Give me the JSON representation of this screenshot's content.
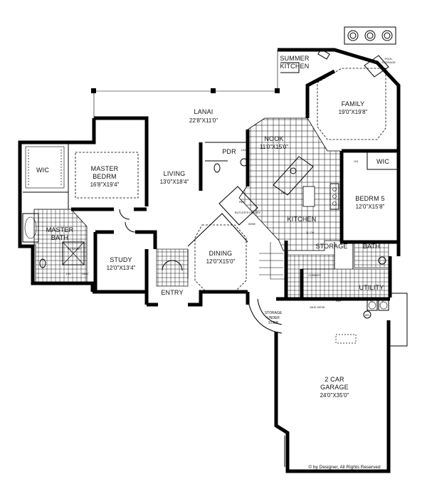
{
  "rooms": {
    "summer_kitchen": {
      "line1": "SUMMER",
      "line2": "KITCHEN"
    },
    "pool_storage": {
      "line1": "POOL",
      "line2": "STORAGE"
    },
    "lanai": {
      "name": "LANAI",
      "dim": "22'8\"X11'0\""
    },
    "family": {
      "name": "FAMILY",
      "dim": "19'0\"X19'8\""
    },
    "nook": {
      "name": "NOOK",
      "dim": "11'0\"X15'0\""
    },
    "wic_left": {
      "name": "WIC"
    },
    "master_bedrm": {
      "line1": "MASTER",
      "line2": "BEDRM",
      "dim": "16'8\"X19'4\""
    },
    "living": {
      "name": "LIVING",
      "dim": "13'0\"X18'4\""
    },
    "pdr": {
      "name": "PDR"
    },
    "wic_right": {
      "name": "WIC"
    },
    "bedrm5": {
      "name": "BEDRM 5",
      "dim": "12'0\"X15'8\""
    },
    "kitchen": {
      "name": "KITCHEN"
    },
    "master_bath": {
      "line1": "MASTER",
      "line2": "BATH"
    },
    "study": {
      "name": "STUDY",
      "dim": "12'0\"X13'4\""
    },
    "dining": {
      "name": "DINING",
      "dim": "12'0\"X15'0\""
    },
    "storage": {
      "name": "STORAGE"
    },
    "bath": {
      "name": "BATH"
    },
    "utility": {
      "name": "UTILITY"
    },
    "entry": {
      "name": "ENTRY"
    },
    "storage_under_stair": {
      "line1": "STORAGE",
      "line2": "UNDER",
      "line3": "STAIR"
    },
    "garage": {
      "line1": "2 CAR",
      "line2": "GARAGE",
      "dim": "24'0\"X35'0\""
    }
  },
  "fixtures": {
    "ref": "REF",
    "butlers_pantry": "BUTLER'S PANTRY",
    "wine": "WINE",
    "dw": "DW",
    "lin_pdr": "LIN",
    "dov": "D. OV",
    "lin_bed5": "LIN",
    "bath_shwr": "WI SHWR",
    "lin_master": "LIN",
    "seat": "SEAT",
    "mud_desk": "MUD DESK",
    "ref_utility": "REF",
    "w": "W",
    "d": "D",
    "wh": "WH",
    "cubbies": "CUBBIES"
  },
  "copyright": "© by Designer, All Rights Reserved",
  "colors": {
    "wall": "#000000",
    "background": "#ffffff"
  }
}
